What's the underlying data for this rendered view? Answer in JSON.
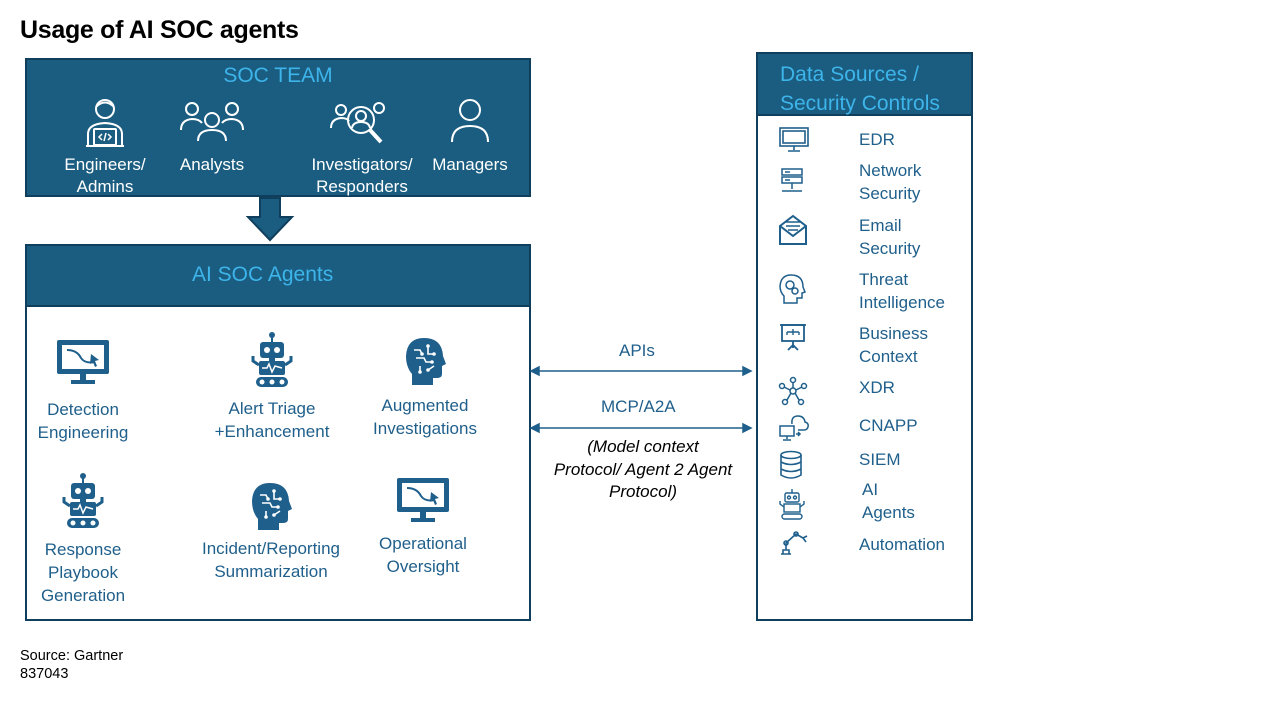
{
  "title": "Usage of AI SOC agents",
  "colors": {
    "header_fill": "#1b5d80",
    "header_text": "#3db4ea",
    "body_text": "#1f5f8b",
    "border": "#0f3f5c"
  },
  "soc_team": {
    "title": "SOC TEAM",
    "members": [
      {
        "label": "Engineers/ Admins",
        "lines": [
          "Engineers/",
          "Admins"
        ],
        "icon": "engineer-laptop-icon"
      },
      {
        "label": "Analysts",
        "lines": [
          "Analysts"
        ],
        "icon": "group-icon"
      },
      {
        "label": "Investigators/ Responders",
        "lines": [
          "Investigators/",
          "Responders"
        ],
        "icon": "group-search-icon"
      },
      {
        "label": "Managers",
        "lines": [
          "Managers"
        ],
        "icon": "person-icon"
      }
    ]
  },
  "agents": {
    "title": "AI SOC Agents",
    "items": [
      {
        "lines": [
          "Detection",
          "Engineering"
        ],
        "icon": "monitor-chart-icon"
      },
      {
        "lines": [
          "Alert Triage",
          "+Enhancement"
        ],
        "icon": "robot-icon"
      },
      {
        "lines": [
          "Augmented",
          "Investigations"
        ],
        "icon": "brain-head-icon"
      },
      {
        "lines": [
          "Response",
          "Playbook",
          "Generation"
        ],
        "icon": "robot-icon"
      },
      {
        "lines": [
          "Incident/Reporting",
          "Summarization"
        ],
        "icon": "brain-head-icon"
      },
      {
        "lines": [
          "Operational",
          "Oversight"
        ],
        "icon": "monitor-chart-icon"
      }
    ]
  },
  "connections": {
    "apis": "APIs",
    "mcp": "MCP/A2A",
    "note_lines": [
      "(Model context",
      "Protocol/ Agent 2 Agent",
      "Protocol)"
    ]
  },
  "data_sources": {
    "title_lines": [
      "Data Sources /",
      "Security Controls"
    ],
    "items": [
      {
        "lines": [
          "EDR"
        ],
        "icon": "desktop-icon"
      },
      {
        "lines": [
          "Network",
          "Security"
        ],
        "icon": "server-icon"
      },
      {
        "lines": [
          "Email",
          "Security"
        ],
        "icon": "email-icon"
      },
      {
        "lines": [
          "Threat",
          "Intelligence"
        ],
        "icon": "head-gears-icon"
      },
      {
        "lines": [
          "Business",
          "Context"
        ],
        "icon": "presentation-board-icon"
      },
      {
        "lines": [
          "XDR"
        ],
        "icon": "network-nodes-icon"
      },
      {
        "lines": [
          "CNAPP"
        ],
        "icon": "cloud-computer-icon"
      },
      {
        "lines": [
          "SIEM"
        ],
        "icon": "database-icon"
      },
      {
        "lines": [
          "AI",
          "Agents"
        ],
        "icon": "robot-outline-icon"
      },
      {
        "lines": [
          "Automation"
        ],
        "icon": "robotic-arm-icon"
      }
    ]
  },
  "source": {
    "lines": [
      "Source: Gartner",
      "837043"
    ]
  }
}
